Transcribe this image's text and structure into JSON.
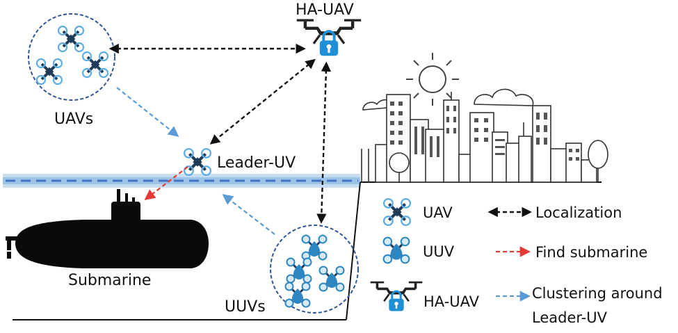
{
  "labels": {
    "ha_uav": "HA-UAV",
    "uavs": "UAVs",
    "leader_uv": "Leader-UV",
    "submarine": "Submarine",
    "uuvs": "UUVs"
  },
  "legend": {
    "uav": "UAV",
    "uuv": "UUV",
    "ha_uav": "HA-UAV",
    "localization": "Localization",
    "find_submarine": "Find submarine",
    "clustering_line1": "Clustering around",
    "clustering_line2": "Leader-UV"
  },
  "colors": {
    "localization": "#111111",
    "find_submarine": "#e53935",
    "clustering": "#5b9bd5",
    "cluster_circle": "#2f5597",
    "water": "#9dc3e6",
    "water_dash": "#4472c4",
    "uav_body": "#1f3b57",
    "uuv_body": "#2e86c1",
    "lock": "#1f8fd6"
  },
  "icons": {
    "uav": "quadcopter-icon",
    "uuv": "underwater-drone-icon",
    "ha_uav": "locked-drone-icon",
    "submarine": "submarine-silhouette",
    "city": "city-skyline-sketch",
    "sun": "sun-icon"
  }
}
